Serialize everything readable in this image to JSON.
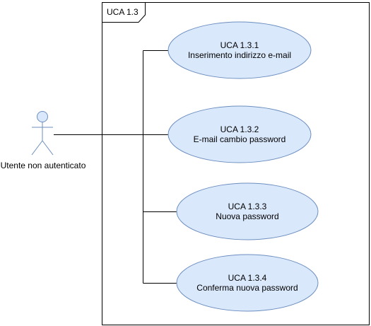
{
  "frame": {
    "label": "UCA 1.3"
  },
  "actor": {
    "label": "Utente non autenticato"
  },
  "use_cases": [
    {
      "id": "UCA 1.3.1",
      "name": "Inserimento indirizzo e-mail"
    },
    {
      "id": "UCA 1.3.2",
      "name": "E-mail cambio password"
    },
    {
      "id": "UCA 1.3.3",
      "name": "Nuova password"
    },
    {
      "id": "UCA 1.3.4",
      "name": "Conferma nuova password"
    }
  ],
  "colors": {
    "ellipse_fill": "#dae8fc",
    "ellipse_stroke": "#6c8ebf",
    "line": "#000000"
  }
}
